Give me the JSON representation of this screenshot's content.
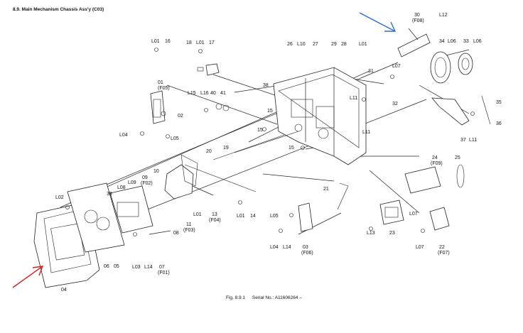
{
  "header": {
    "section": "8.9.",
    "title": "Main Mechanism Chassis Ass'y (C03)"
  },
  "caption": {
    "figure": "Fig. 8.9.1",
    "serial": "Serial No.: A11606264 –"
  },
  "colors": {
    "ink": "#222222",
    "red_arrow": "#d62020",
    "blue_arrow": "#2a6fd6"
  },
  "labels": [
    "L01",
    "16",
    "18",
    "L01",
    "17",
    "26",
    "L10",
    "27",
    "29",
    "28",
    "L01",
    "30",
    "(F08)",
    "L12",
    "34",
    "L06",
    "33",
    "L06",
    "01",
    "(F05)",
    "02",
    "L15",
    "L16",
    "40",
    "41",
    "38",
    "15",
    "31",
    "L07",
    "L11",
    "32",
    "35",
    "36",
    "L11",
    "37",
    "L04",
    "L05",
    "15",
    "L11",
    "20",
    "19",
    "15",
    "24",
    "(F09)",
    "25",
    "10",
    "09",
    "(F02)",
    "L09",
    "L08",
    "39",
    "L02",
    "L01",
    "11",
    "(F03)",
    "13",
    "(F04)",
    "L01",
    "14",
    "21",
    "L05",
    "L07",
    "L13",
    "23",
    "L07",
    "22",
    "(F07)",
    "08",
    "L03",
    "L14",
    "07",
    "(F01)",
    "06",
    "05",
    "04",
    "L04",
    "L14",
    "03",
    "(F06)"
  ]
}
